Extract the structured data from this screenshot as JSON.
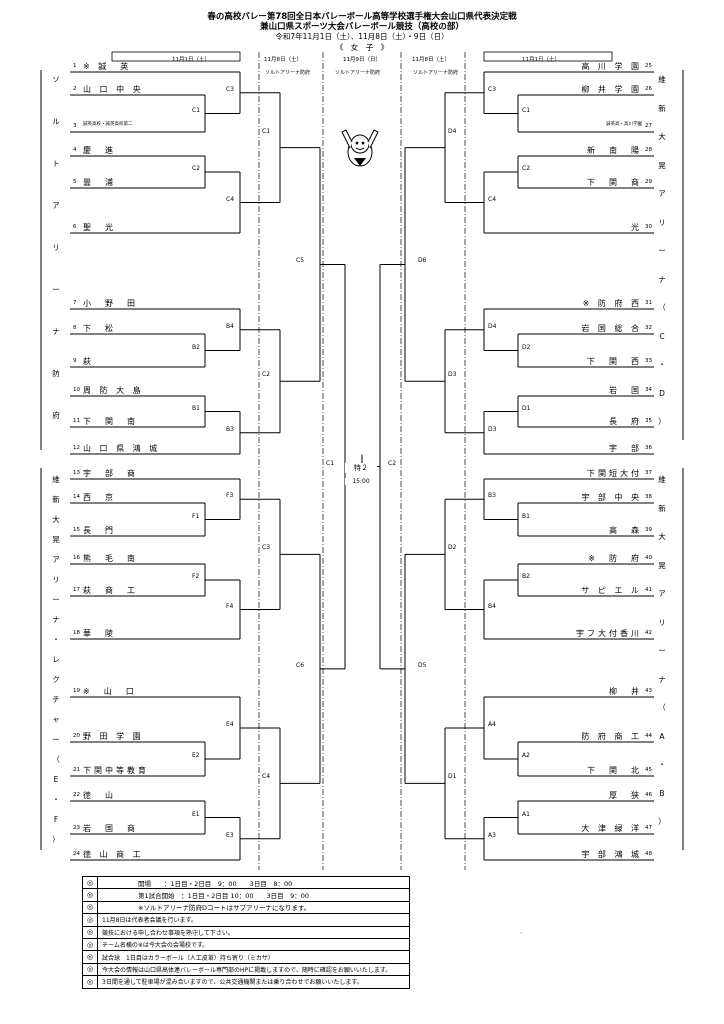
{
  "header": {
    "title1": "春の高校バレー第78回全日本バレーボール高等学校選手権大会山口県代表決定戦",
    "title2": "兼山口県スポーツ大会バレーボール競技（高校の部）",
    "dates": "令和7年11月1日（土）、11月8日（土）・9日（日）",
    "division": "《　女　子　》"
  },
  "columns": {
    "left_r1": "11月1日（土）",
    "left_r2": "11月8日（土）",
    "center": "11月9日（日）",
    "right_r2": "11月8日（土）",
    "right_r1": "11月1日（土）",
    "venue_left": "ソルトアリーナ防府",
    "venue_center": "ソルトアリーナ防府",
    "venue_right": "ソルトアリーナ防府"
  },
  "side_labels": {
    "left_top": [
      "ソ",
      "ル",
      "ト",
      "ア",
      "リ",
      "ー",
      "ナ",
      "防",
      "府"
    ],
    "left_bottom": [
      "維",
      "新",
      "大",
      "晃",
      "ア",
      "リ",
      "ー",
      "ナ",
      "・",
      "レ",
      "ク",
      "チ",
      "ャ",
      "ー",
      "（",
      "E",
      "・",
      "F",
      "）"
    ],
    "right_top": [
      "維",
      "新",
      "大",
      "晃",
      "ア",
      "リ",
      "ー",
      "ナ",
      "（",
      "C",
      "・",
      "D",
      "）"
    ],
    "right_bottom": [
      "維",
      "新",
      "大",
      "晃",
      "ア",
      "リ",
      "ー",
      "ナ",
      "（",
      "A",
      "・",
      "B",
      "）"
    ]
  },
  "left_teams": [
    {
      "num": "1",
      "name": "※ 誠　英"
    },
    {
      "num": "2",
      "name": "山 口 中 央"
    },
    {
      "num": "3",
      "name": "誠英高校・誠英高校第二",
      "small": true
    },
    {
      "num": "4",
      "name": "慶　進"
    },
    {
      "num": "5",
      "name": "曇　浦"
    },
    {
      "num": "6",
      "name": "聖　光"
    },
    {
      "num": "7",
      "name": "小　野　田"
    },
    {
      "num": "8",
      "name": "下　松"
    },
    {
      "num": "9",
      "name": "萩"
    },
    {
      "num": "10",
      "name": "周 防 大 島"
    },
    {
      "num": "11",
      "name": "下　関　南"
    },
    {
      "num": "12",
      "name": "山 口 県 鴻 城"
    },
    {
      "num": "13",
      "name": "宇　部　商"
    },
    {
      "num": "14",
      "name": "西　京"
    },
    {
      "num": "15",
      "name": "長　門"
    },
    {
      "num": "16",
      "name": "熊　毛　南"
    },
    {
      "num": "17",
      "name": "萩　商　工"
    },
    {
      "num": "18",
      "name": "華　陵"
    },
    {
      "num": "19",
      "name": "※　山　口"
    },
    {
      "num": "20",
      "name": "野 田 学 園"
    },
    {
      "num": "21",
      "name": "下関中等教育"
    },
    {
      "num": "22",
      "name": "徳　山"
    },
    {
      "num": "23",
      "name": "岩　国　商"
    },
    {
      "num": "24",
      "name": "徳 山 商 工"
    }
  ],
  "right_teams": [
    {
      "num": "25",
      "name": "高 川 学 園"
    },
    {
      "num": "26",
      "name": "柳 井 学 園"
    },
    {
      "num": "27",
      "name": "誠英高・高川学園",
      "small": true
    },
    {
      "num": "28",
      "name": "新　南　陽"
    },
    {
      "num": "29",
      "name": "下　関　商"
    },
    {
      "num": "30",
      "name": "光"
    },
    {
      "num": "31",
      "name": "※ 防 府 西"
    },
    {
      "num": "32",
      "name": "岩 国 総 合"
    },
    {
      "num": "33",
      "name": "下　関　西"
    },
    {
      "num": "34",
      "name": "岩　国"
    },
    {
      "num": "35",
      "name": "長　府"
    },
    {
      "num": "36",
      "name": "宇　部"
    },
    {
      "num": "37",
      "name": "下関短大付"
    },
    {
      "num": "38",
      "name": "宇 部 中 央"
    },
    {
      "num": "39",
      "name": "高　森"
    },
    {
      "num": "40",
      "name": "※　防　府"
    },
    {
      "num": "41",
      "name": "サ ピ エ ル"
    },
    {
      "num": "42",
      "name": "宇フ大付香川"
    },
    {
      "num": "43",
      "name": "柳　井"
    },
    {
      "num": "44",
      "name": "防 府 商 工"
    },
    {
      "num": "45",
      "name": "下　関　北"
    },
    {
      "num": "46",
      "name": "厚　狭"
    },
    {
      "num": "47",
      "name": "大 津 緑 洋"
    },
    {
      "num": "48",
      "name": "宇 部 鴻 城"
    }
  ],
  "nodes": {
    "left": [
      "C3",
      "C1",
      "C2",
      "C4",
      "B4",
      "B2",
      "B1",
      "B3",
      "F3",
      "F1",
      "F2",
      "F4",
      "E4",
      "E2",
      "E1",
      "E3",
      "C1",
      "C2",
      "C3",
      "C4",
      "C5",
      "C6",
      "C1"
    ],
    "right": [
      "C3",
      "C1",
      "C2",
      "C4",
      "D4",
      "D2",
      "D1",
      "D3",
      "B3",
      "B1",
      "B2",
      "B4",
      "A4",
      "A2",
      "A1",
      "A3",
      "D4",
      "D3",
      "D2",
      "D1",
      "D6",
      "D5",
      "C2"
    ]
  },
  "final": {
    "label": "特２",
    "time": "15:00"
  },
  "legend": [
    {
      "sym": "◎",
      "text": "開場　　：1日目・2日目　9：00　　3日目　8：00",
      "wide": true
    },
    {
      "sym": "◎",
      "text": "第1試合開始　：1日目・2日目 10：00　　3日目　9：00",
      "wide": true
    },
    {
      "sym": "◎",
      "text": "※ソルトアリーナ防府Dコートはサブアリーナになります。",
      "wide": true
    },
    {
      "sym": "◎",
      "text": "11月8日は代表者会議を行います。"
    },
    {
      "sym": "◎",
      "text": "競技における申し合わせ事項を熟守して下さい。"
    },
    {
      "sym": "◎",
      "text": "チーム名横の※は今大会の会場校です。"
    },
    {
      "sym": "◎",
      "text": "試合球　1日目はカラーボール（人工皮革）持ち寄り（ミカサ）"
    },
    {
      "sym": "◎",
      "text": "今大会の情報は山口県高体連バレーボール専門部のHPに掲載しますので、随時に確認をお願いいたします。"
    },
    {
      "sym": "◎",
      "text": "3日間を通して駐車場が混み合いますので、公共交通機関または乗り合わせでお願いいたします。"
    }
  ]
}
